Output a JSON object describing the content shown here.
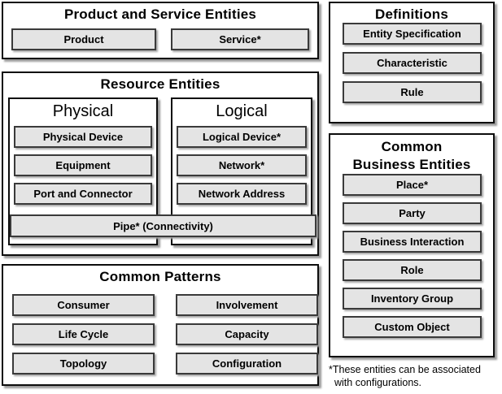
{
  "colors": {
    "background": "#ffffff",
    "panel_fill": "#ffffff",
    "panel_border": "#0d0d0d",
    "entity_box_fill": "#e4e4e4",
    "entity_box_border": "#3a3a3a",
    "shadow": "#9c9c9c",
    "text": "#000000"
  },
  "panels": {
    "product_service": {
      "title": "Product and Service Entities",
      "items": [
        "Product",
        "Service*"
      ]
    },
    "resource": {
      "title": "Resource Entities",
      "physical": {
        "title": "Physical",
        "items": [
          "Physical Device",
          "Equipment",
          "Port and Connector"
        ]
      },
      "logical": {
        "title": "Logical",
        "items": [
          "Logical Device*",
          "Network*",
          "Network Address"
        ]
      },
      "spanning_item": "Pipe* (Connectivity)"
    },
    "common_patterns": {
      "title": "Common Patterns",
      "left_items": [
        "Consumer",
        "Life Cycle",
        "Topology"
      ],
      "right_items": [
        "Involvement",
        "Capacity",
        "Configuration"
      ]
    },
    "definitions": {
      "title": "Definitions",
      "items": [
        "Entity Specification",
        "Characteristic",
        "Rule"
      ]
    },
    "common_business": {
      "title_line1": "Common",
      "title_line2": "Business Entities",
      "items": [
        "Place*",
        "Party",
        "Business Interaction",
        "Role",
        "Inventory Group",
        "Custom Object"
      ]
    }
  },
  "footnote": {
    "line1": "*These entities can be associated",
    "line2": "with configurations."
  }
}
